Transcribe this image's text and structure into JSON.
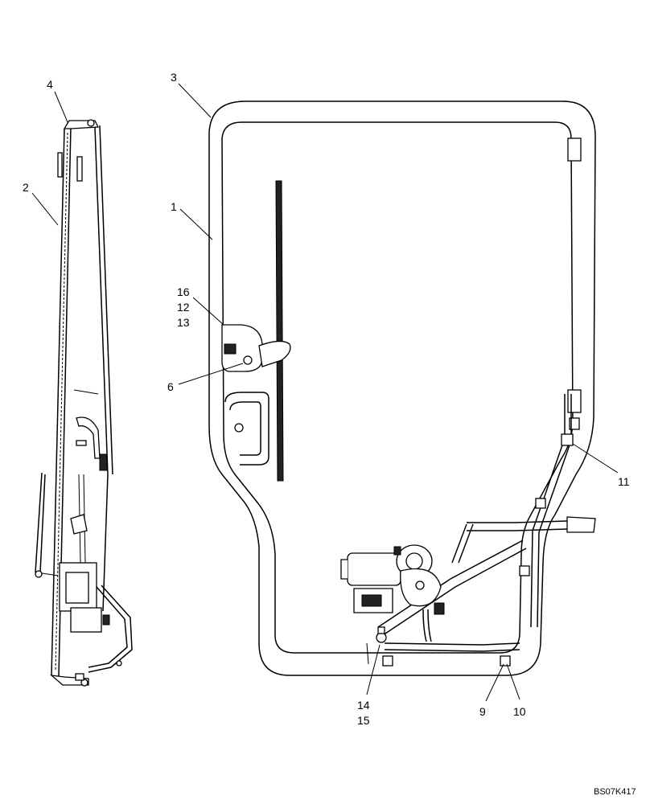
{
  "callouts": {
    "c1": "1",
    "c2": "2",
    "c3": "3",
    "c4": "4",
    "c6": "6",
    "c9": "9",
    "c10": "10",
    "c11": "11",
    "c12": "12",
    "c13": "13",
    "c14": "14",
    "c15": "15",
    "c16": "16"
  },
  "drawing_code": "BS07K417"
}
